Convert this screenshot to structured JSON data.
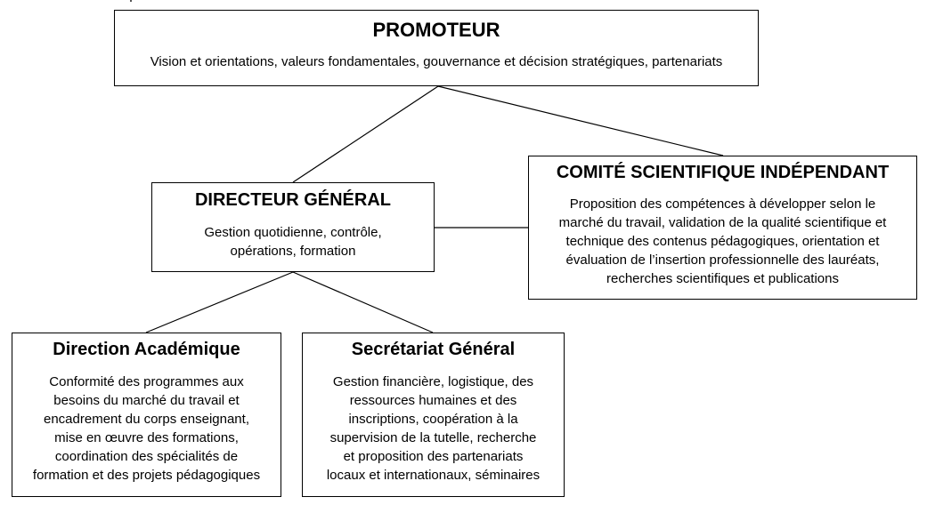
{
  "promoteur": {
    "title": "PROMOTEUR",
    "desc": [
      "Vision et orientations, valeurs fondamentales, gouvernance et décision stratégiques, partenariats"
    ]
  },
  "directeur_general": {
    "title": "DIRECTEUR GÉNÉRAL",
    "desc": [
      "Gestion quotidienne, contrôle,",
      "opérations, formation"
    ]
  },
  "comite_scientifique": {
    "title": "COMITÉ SCIENTIFIQUE INDÉPENDANT",
    "desc": [
      "Proposition des compétences à développer selon le",
      "marché du travail, validation de la qualité scientifique et",
      "technique des contenus pédagogiques, orientation et",
      "évaluation de l’insertion professionnelle des lauréats,",
      "recherches scientifiques et publications"
    ]
  },
  "direction_academique": {
    "title": "Direction Académique",
    "desc": [
      "Conformité des programmes aux",
      "besoins du marché du travail et",
      "encadrement du corps enseignant,",
      "mise en œuvre des formations,",
      "coordination des spécialités de",
      "formation et des projets pédagogiques"
    ]
  },
  "secretariat_general": {
    "title": "Secrétariat Général",
    "desc": [
      "Gestion financière, logistique, des",
      "ressources humaines et des",
      "inscriptions, coopération à la",
      "supervision de la tutelle, recherche",
      "et proposition des partenariats",
      "locaux et internationaux, séminaires"
    ]
  }
}
